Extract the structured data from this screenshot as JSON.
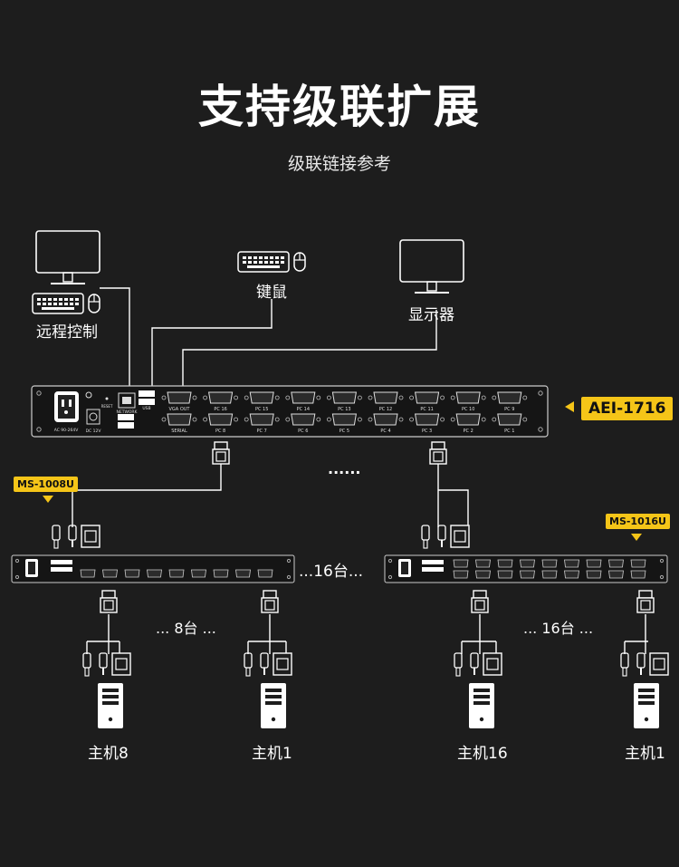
{
  "header": {
    "title": "支持级联扩展",
    "subtitle": "级联链接参考"
  },
  "devices": {
    "remote_label": "远程控制",
    "kbmouse_label": "键鼠",
    "display_label": "显示器",
    "main_model": "AEI-1716",
    "left_model": "MS-1008U",
    "right_model": "MS-1016U"
  },
  "main_panel": {
    "ports_top": [
      "VGA OUT",
      "PC 16",
      "PC 15",
      "PC 14",
      "PC 13",
      "PC 12",
      "PC 11",
      "PC 10",
      "PC 9"
    ],
    "ports_bottom": [
      "SERIAL",
      "PC 8",
      "PC 7",
      "PC 6",
      "PC 5",
      "PC 4",
      "PC 3",
      "PC 2",
      "PC 1"
    ],
    "power_label": "AC 90-264V",
    "dc_label": "DC 12V",
    "network_label": "NETWORK",
    "usb_label": "USB",
    "reset_label": "RESET"
  },
  "cascade": {
    "between_dots": "......",
    "switch_count": "...16台...",
    "left_count": "... 8台 ...",
    "right_count": "... 16台 ..."
  },
  "hosts": {
    "h1": "主机8",
    "h2": "主机1",
    "h3": "主机16",
    "h4": "主机1"
  }
}
